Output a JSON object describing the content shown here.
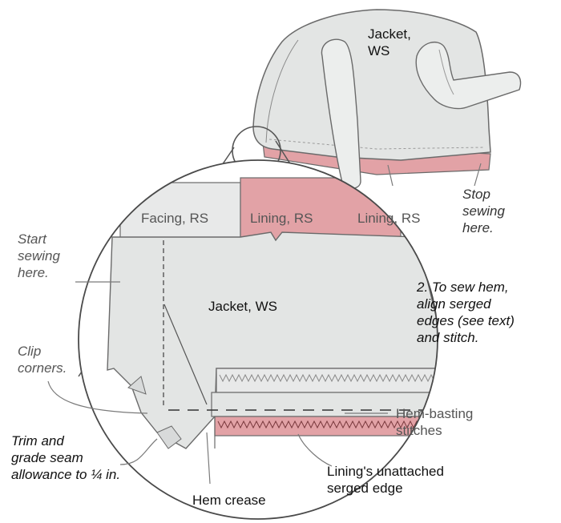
{
  "labels": {
    "jacket_ws_top": [
      "Jacket,",
      "WS"
    ],
    "facing_rs": "Facing, RS",
    "lining_rs_inset": "Lining, RS",
    "lining_rs_right": "Lining, RS",
    "stop_sewing": [
      "Stop",
      "sewing",
      "here."
    ],
    "start_sewing": [
      "Start",
      "sewing",
      "here."
    ],
    "jacket_ws_inset": "Jacket, WS",
    "step_text": [
      "2. To sew hem,",
      "align serged",
      "edges (see text)",
      "and stitch."
    ],
    "clip_corners": [
      "Clip",
      "corners."
    ],
    "hem_basting": [
      "Hem-basting",
      "stitches"
    ],
    "trim_grade": [
      "Trim and",
      "grade seam",
      "allowance to ¼ in."
    ],
    "lining_unattached": [
      "Lining's unattached",
      "serged edge"
    ],
    "hem_crease": "Hem crease"
  },
  "colors": {
    "fabric": "#e3e5e4",
    "lining": "#e2a2a6",
    "outline": "#6a6a6a",
    "leader": "#7a7a7a"
  }
}
